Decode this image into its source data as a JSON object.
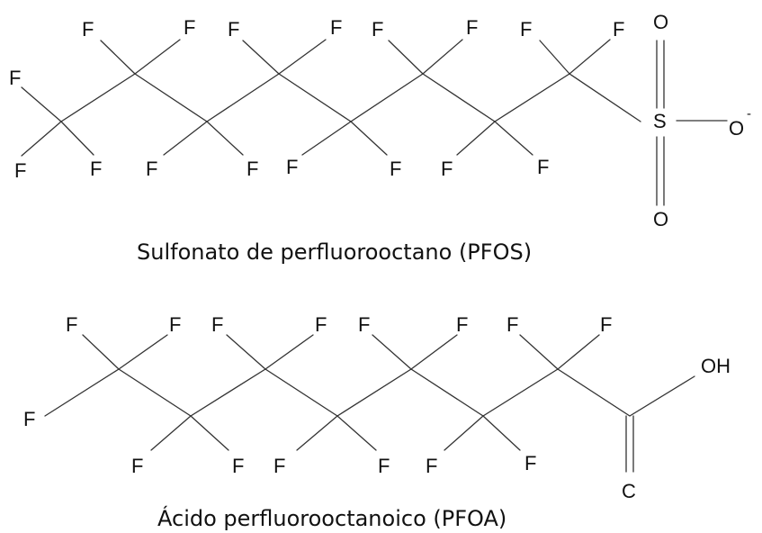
{
  "pfos": {
    "caption": "Sulfonato de perfluorooctano (PFOS)",
    "fluorine": "F",
    "sulfur": "S",
    "oxygen_top": "O",
    "oxygen_bottom": "O",
    "oxygen_anion": "O",
    "anion_charge": "-"
  },
  "pfoa": {
    "caption": "Ácido perfluorooctanoico (PFOA)",
    "fluorine": "F",
    "hydroxyl": "OH",
    "carbonyl": "C"
  }
}
